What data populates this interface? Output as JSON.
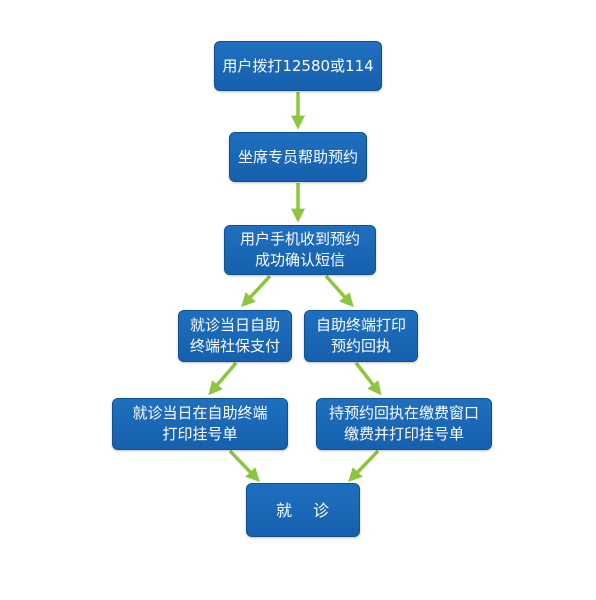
{
  "flowchart": {
    "node_color": "#1a66b6",
    "arrow_color": "#8cc63f",
    "nodes": {
      "dial": {
        "lines": [
          "用户拨打12580或114"
        ]
      },
      "agent_booking": {
        "lines": [
          "坐席专员帮助预约"
        ]
      },
      "sms_confirm": {
        "lines": [
          "用户手机收到预约",
          "成功确认短信"
        ]
      },
      "same_day_payment": {
        "lines": [
          "就诊当日自助",
          "终端社保支付"
        ]
      },
      "print_receipt": {
        "lines": [
          "自助终端打印",
          "预约回执"
        ]
      },
      "print_ticket_kiosk": {
        "lines": [
          "就诊当日在自助终端",
          "打印挂号单"
        ]
      },
      "pay_at_window": {
        "lines": [
          "持预约回执在缴费窗口",
          "缴费并打印挂号单"
        ]
      },
      "consultation": {
        "lines": [
          "就 诊"
        ]
      }
    }
  }
}
